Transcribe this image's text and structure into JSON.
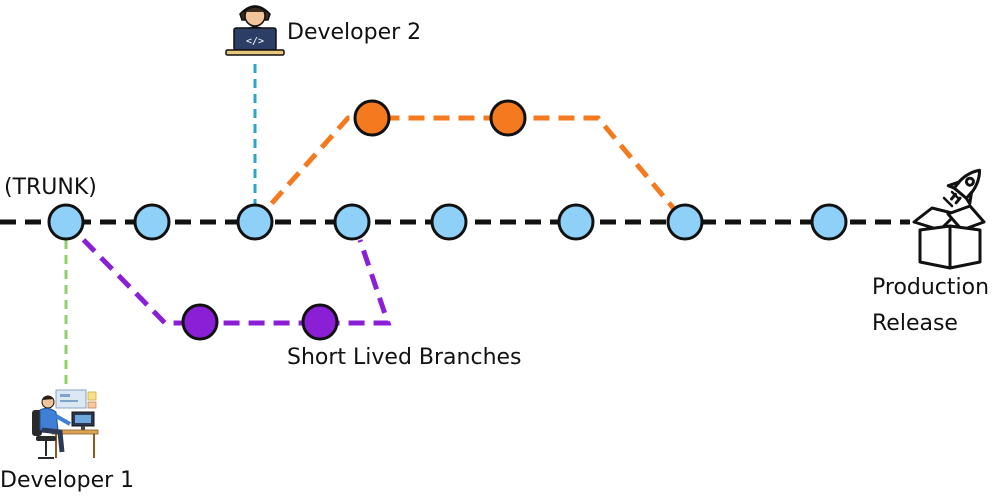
{
  "labels": {
    "trunk": "(TRUNK)",
    "developer_2": "Developer 2",
    "developer_1": "Developer 1",
    "short_lived_branches": "Short Lived Branches",
    "production_release": [
      "Production",
      "Release"
    ]
  },
  "colors": {
    "trunk_line": "#111111",
    "trunk_commit_fill": "#8fd0f8",
    "orange_branch": "#f57a1f",
    "purple_branch": "#8b1fd6",
    "developer_2_link": "#2fa3c9",
    "developer_1_link": "#8fd06a"
  },
  "icons": {
    "developer_2": "developer-laptop-icon",
    "developer_1": "developer-desk-icon",
    "production_release": "rocket-box-icon"
  }
}
